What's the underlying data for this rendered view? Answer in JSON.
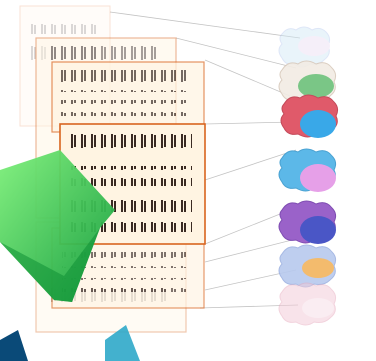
{
  "figure": {
    "description_visible_text": "",
    "colors": {
      "card_border": "#d9641e",
      "card_fill": "#fff4e2",
      "chromosome": "#3a2a22",
      "connector": "#b9b9b9",
      "arrow_green_light": "#6ee26a",
      "arrow_green_dark": "#0e9b3a",
      "corner_blue": "#0a4a78"
    },
    "karyotype_cards": [
      {
        "id": "card-back-top",
        "opacity": 0.18
      },
      {
        "id": "card-back",
        "opacity": 0.45
      },
      {
        "id": "card-front",
        "opacity": 1.0
      },
      {
        "id": "card-lower",
        "opacity": 0.65
      },
      {
        "id": "card-bottom",
        "opacity": 0.35
      }
    ],
    "cell_stack": [
      {
        "id": "cell-1",
        "membrane": "#cfe8f5",
        "nucleus": "#eadcf2",
        "opacity": 0.45
      },
      {
        "id": "cell-2",
        "membrane": "#f2ece4",
        "nucleus": "#6cc07a",
        "opacity": 0.9
      },
      {
        "id": "cell-3",
        "membrane": "#e05a6a",
        "nucleus": "#39a8e8",
        "opacity": 1.0
      },
      {
        "id": "cell-4",
        "membrane": "#5cb8e8",
        "nucleus": "#e6a0e8",
        "opacity": 1.0
      },
      {
        "id": "cell-5",
        "membrane": "#9a62c9",
        "nucleus": "#4a56c6",
        "opacity": 1.0
      },
      {
        "id": "cell-6",
        "membrane": "#b7c9ee",
        "nucleus": "#f2b45e",
        "opacity": 0.9
      },
      {
        "id": "cell-7",
        "membrane": "#f3c9d6",
        "nucleus": "#f7dce6",
        "opacity": 0.5
      }
    ]
  }
}
